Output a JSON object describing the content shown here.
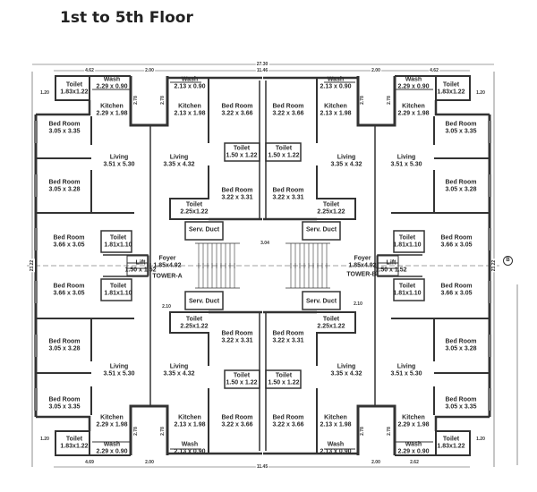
{
  "title": "1st to 5th Floor",
  "unit_rooms": [
    {
      "name": "Toilet",
      "size": "1.83x1.22"
    },
    {
      "name": "Wash",
      "size": "2.29 x 0.90"
    },
    {
      "name": "Kitchen",
      "size": "2.29 x 1.98"
    },
    {
      "name": "Bed Room",
      "size": "3.05 x 3.35"
    },
    {
      "name": "Living",
      "size": "3.51 x 5.30"
    },
    {
      "name": "Bed Room",
      "size": "3.05 x 3.28"
    },
    {
      "name": "Bed Room",
      "size": "3.66 x 3.05"
    },
    {
      "name": "Toilet",
      "size": "1.81x1.10"
    },
    {
      "name": "Wash",
      "size": "2.13 x 0.90"
    },
    {
      "name": "Kitchen",
      "size": "2.13 x 1.98"
    },
    {
      "name": "Living",
      "size": "3.35 x 4.32"
    },
    {
      "name": "Bed Room",
      "size": "3.22 x 3.66"
    },
    {
      "name": "Toilet",
      "size": "1.50 x 1.22"
    },
    {
      "name": "Bed Room",
      "size": "3.22 x 3.31"
    },
    {
      "name": "Toilet",
      "size": "2.25x1.22"
    },
    {
      "name": "Serv. Duct",
      "size": ""
    }
  ],
  "core": [
    {
      "name": "Lift",
      "size": "1.50 x 1.52"
    },
    {
      "name": "Foyer",
      "size": "1.85x4.92"
    }
  ],
  "towers": [
    "TOWER-A",
    "TOWER-B"
  ],
  "dimensions": {
    "overall_width": "27.30",
    "center_width_top": "11.46",
    "center_width_bottom": "11.45",
    "unit_width_top": "4.62",
    "shaft_width": "2.00",
    "unit_width_bottom_left": "4.69",
    "unit_width_bottom_right": "2.62",
    "overall_height": "23.22",
    "corner_offset": "1.20",
    "shaft_depth": "2.78",
    "stair_offset": "3.04",
    "duct_offset": "2.10"
  },
  "grid_marker": "B"
}
